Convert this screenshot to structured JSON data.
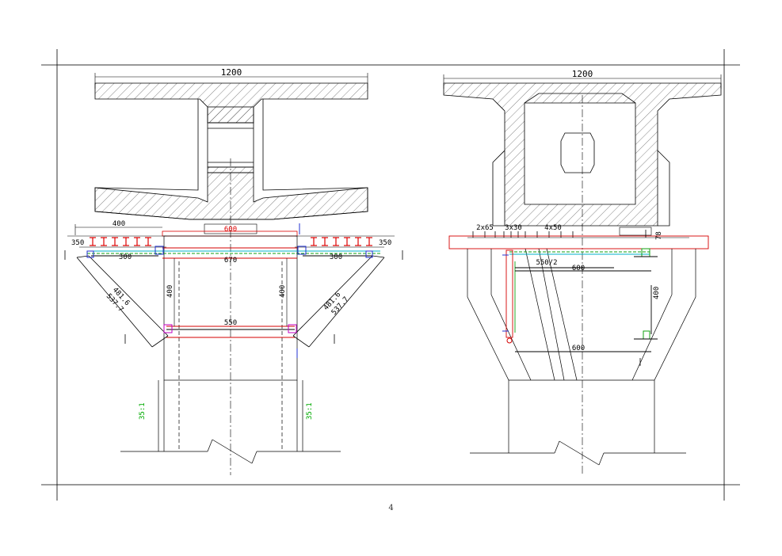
{
  "page": {
    "number": "4"
  },
  "left_view": {
    "top_width": "1200",
    "bracket_width": "400",
    "pad_label": "600",
    "left_offset": "350",
    "right_offset": "350",
    "left_span": "300",
    "right_span": "300",
    "main_span": "670",
    "lower_span": "550",
    "left_height": "400",
    "right_height": "400",
    "strut_a": "481.6",
    "strut_b": "537.7",
    "strut_c": "481.6",
    "strut_d": "537.7",
    "slope_left": "35:1",
    "slope_right": "35:1"
  },
  "right_view": {
    "top_width": "1200",
    "spacing_a": "2x65",
    "spacing_b": "3x30",
    "spacing_c": "4x50",
    "half_span": "550/2",
    "upper_span": "600",
    "lower_span": "600",
    "height": "400",
    "thickness": "78"
  },
  "colors": {
    "dimension": "#000000",
    "red_member": "#d40000",
    "cyan_member": "#00b0c8",
    "green_label": "#10a010",
    "blue_member": "#2030d0",
    "magenta": "#c000c0"
  }
}
